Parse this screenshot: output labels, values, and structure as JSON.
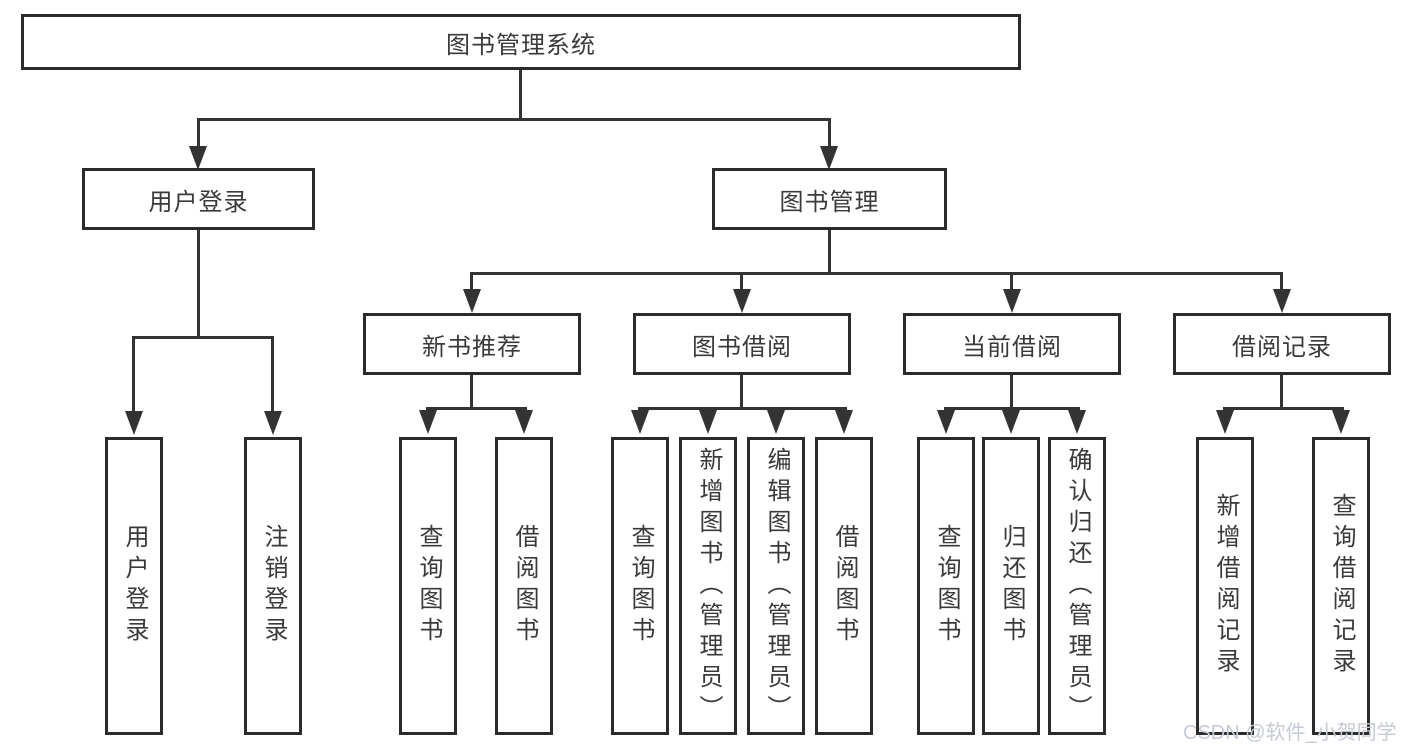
{
  "diagram": {
    "root": "图书管理系统",
    "level1": [
      "用户登录",
      "图书管理"
    ],
    "level2": [
      "新书推荐",
      "图书借阅",
      "当前借阅",
      "借阅记录"
    ],
    "leaves": {
      "user_login": [
        "用户登录",
        "注销登录"
      ],
      "new_books": [
        "查询图书",
        "借阅图书"
      ],
      "book_borrow": [
        "查询图书",
        "新增图书（管理员）",
        "编辑图书（管理员）",
        "借阅图书"
      ],
      "current_borrow": [
        "查询图书",
        "归还图书",
        "确认归还（管理员）"
      ],
      "borrow_records": [
        "新增借阅记录",
        "查询借阅记录"
      ]
    },
    "watermark": "CSDN @软件_小贺同学",
    "colors": {
      "line": "#333333",
      "box_border": "#2b2b2b",
      "text": "#3a3a3a",
      "background": "#ffffff",
      "watermark": "#c5cad4"
    }
  }
}
